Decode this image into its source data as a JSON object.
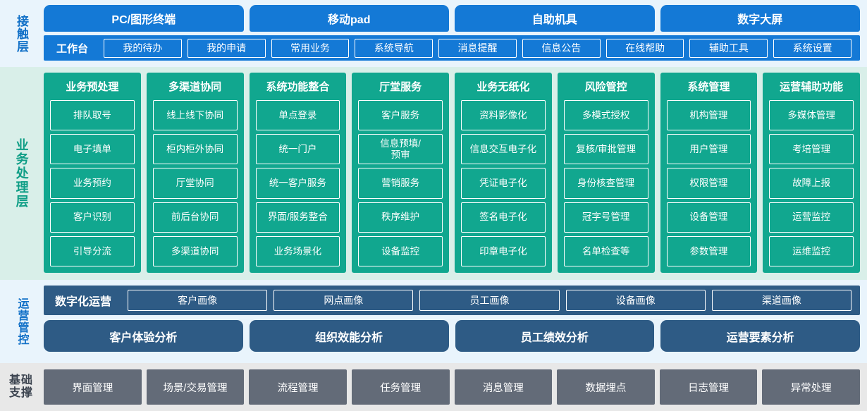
{
  "layers": {
    "contact": {
      "label": "接触层",
      "channels": [
        "PC/图形终端",
        "移动pad",
        "自助机具",
        "数字大屏"
      ],
      "workbench_title": "工作台",
      "workbench_items": [
        "我的待办",
        "我的申请",
        "常用业务",
        "系统导航",
        "消息提醒",
        "信息公告",
        "在线帮助",
        "辅助工具",
        "系统设置"
      ]
    },
    "business": {
      "label": "业务处理层",
      "columns": [
        {
          "title": "业务预处理",
          "items": [
            "排队取号",
            "电子填单",
            "业务预约",
            "客户识别",
            "引导分流"
          ]
        },
        {
          "title": "多渠道协同",
          "items": [
            "线上线下协同",
            "柜内柜外协同",
            "厅堂协同",
            "前后台协同",
            "多渠道协同"
          ]
        },
        {
          "title": "系统功能整合",
          "items": [
            "单点登录",
            "统一门户",
            "统一客户服务",
            "界面/服务整合",
            "业务场景化"
          ]
        },
        {
          "title": "厅堂服务",
          "items": [
            "客户服务",
            "信息预填/\n预审",
            "营销服务",
            "秩序维护",
            "设备监控"
          ]
        },
        {
          "title": "业务无纸化",
          "items": [
            "资料影像化",
            "信息交互电子化",
            "凭证电子化",
            "签名电子化",
            "印章电子化"
          ]
        },
        {
          "title": "风险管控",
          "items": [
            "多模式授权",
            "复核/审批管理",
            "身份核查管理",
            "冠字号管理",
            "名单检查等"
          ]
        },
        {
          "title": "系统管理",
          "items": [
            "机构管理",
            "用户管理",
            "权限管理",
            "设备管理",
            "参数管理"
          ]
        },
        {
          "title": "运营辅助功能",
          "items": [
            "多媒体管理",
            "考培管理",
            "故障上报",
            "运营监控",
            "运维监控"
          ]
        }
      ]
    },
    "operations": {
      "label": "运营管控",
      "digital_title": "数字化运营",
      "portraits": [
        "客户画像",
        "网点画像",
        "员工画像",
        "设备画像",
        "渠道画像"
      ],
      "analyses": [
        "客户体验分析",
        "组织效能分析",
        "员工绩效分析",
        "运营要素分析"
      ]
    },
    "foundation": {
      "label_line1": "基础",
      "label_line2": "支撑",
      "items": [
        "界面管理",
        "场景/交易管理",
        "流程管理",
        "任务管理",
        "消息管理",
        "数据埋点",
        "日志管理",
        "异常处理"
      ]
    }
  },
  "colors": {
    "contact_bg": "#e9f4fc",
    "contact_accent": "#1479d6",
    "business_bg": "#d9efe9",
    "business_accent": "#11a78f",
    "ops_bg": "#e9f4fc",
    "ops_accent": "#2e5b85",
    "base_bg": "#e8e8e8",
    "base_accent": "#636b78"
  }
}
